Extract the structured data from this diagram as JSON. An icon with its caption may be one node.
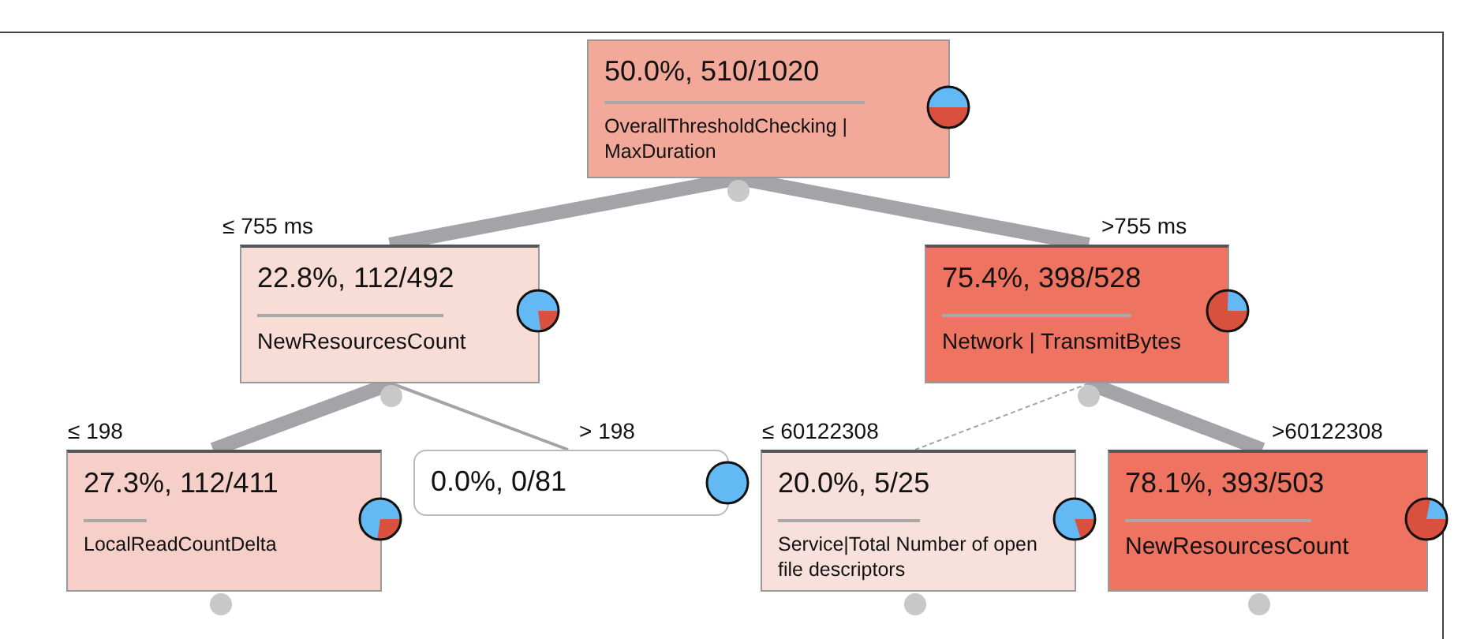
{
  "diagram": {
    "nodes": [
      {
        "text": [
          "50.0%, 510/1020",
          "OverallThresholdChecking | MaxDuration"
        ]
      },
      {
        "text": [
          "22.8%, 112/492",
          "NewResourcesCount"
        ]
      },
      {
        "text": [
          "75.4%, 398/528",
          "Network | TransmitBytes"
        ]
      },
      {
        "text": [
          "27.3%, 112/411",
          "LocalReadCountDelta"
        ]
      },
      {
        "text": [
          "0.0%, 0/81"
        ]
      },
      {
        "text": [
          "20.0%, 5/25",
          "Service|Total Number of open file descriptors"
        ]
      },
      {
        "text": [
          "78.1%, 393/503",
          "NewResourcesCount"
        ]
      }
    ],
    "edges": [
      {
        "from": 0,
        "to": 1,
        "arrow": "none",
        "label": "≤ 755 ms"
      },
      {
        "from": 0,
        "to": 2,
        "arrow": "none",
        "label": ">755 ms"
      },
      {
        "from": 1,
        "to": 3,
        "arrow": "none",
        "label": "≤ 198"
      },
      {
        "from": 1,
        "to": 4,
        "arrow": "none",
        "label": "> 198"
      },
      {
        "from": 2,
        "to": 5,
        "arrow": "none",
        "label": "≤ 60122308",
        "style": "dashed"
      },
      {
        "from": 2,
        "to": 6,
        "arrow": "none",
        "label": ">60122308"
      }
    ]
  }
}
